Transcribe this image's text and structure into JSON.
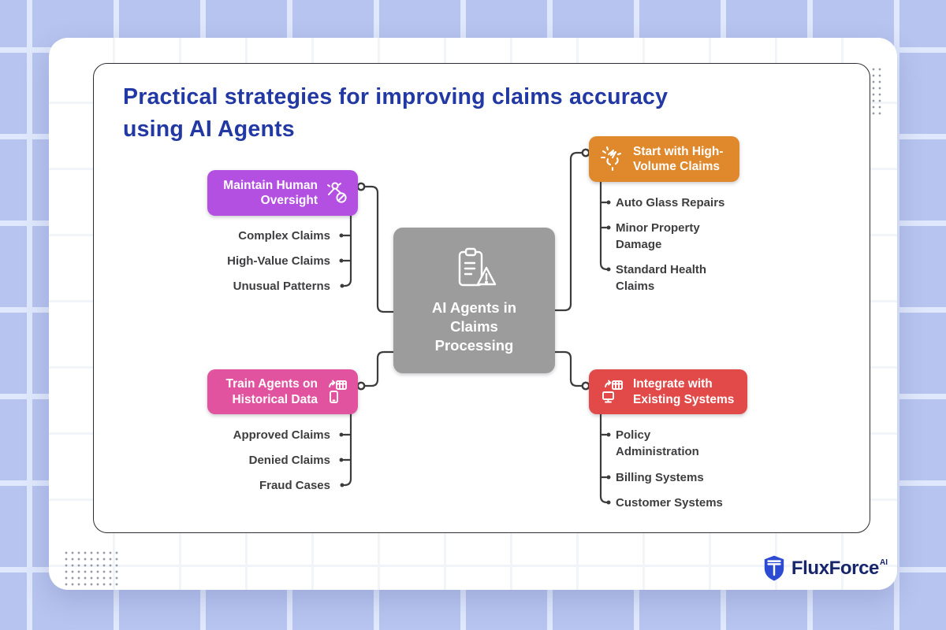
{
  "title": {
    "line1": "Practical strategies for improving claims accuracy",
    "line2": "using AI Agents"
  },
  "center": {
    "label": "AI Agents in Claims Processing",
    "icon": "clipboard-warning-icon",
    "color": "#9c9c9c"
  },
  "branches": [
    {
      "id": "maintain-human-oversight",
      "label": "Maintain Human Oversight",
      "icon": "user-oversight-icon",
      "color": "#b350e2",
      "children": [
        "Complex Claims",
        "High-Value Claims",
        "Unusual Patterns"
      ]
    },
    {
      "id": "start-with-high-volume-claims",
      "label": "Start with High-Volume Claims",
      "icon": "impact-spark-icon",
      "color": "#e0892c",
      "children": [
        "Auto Glass Repairs",
        "Minor Property Damage",
        "Standard Health Claims"
      ]
    },
    {
      "id": "train-agents-on-historical-data",
      "label": "Train Agents on Historical Data",
      "icon": "data-sync-icon",
      "color": "#e2539f",
      "children": [
        "Approved Claims",
        "Denied Claims",
        "Fraud Cases"
      ]
    },
    {
      "id": "integrate-with-existing-systems",
      "label": "Integrate with Existing Systems",
      "icon": "system-integration-icon",
      "color": "#e24a4a",
      "children": [
        "Policy Administration",
        "Billing Systems",
        "Customer Systems"
      ]
    }
  ],
  "logo": {
    "brand": "FluxForce",
    "suffix": "AI",
    "shield_color": "#2c4ad2",
    "text_color": "#17256b"
  },
  "colors": {
    "page_background": "#b7c4ef",
    "grid_line": "#dfe8fc",
    "title_text": "#2238a3",
    "child_text": "#3e3e40",
    "connector": "#3c3c3c",
    "card_border": "#2c2c34"
  }
}
